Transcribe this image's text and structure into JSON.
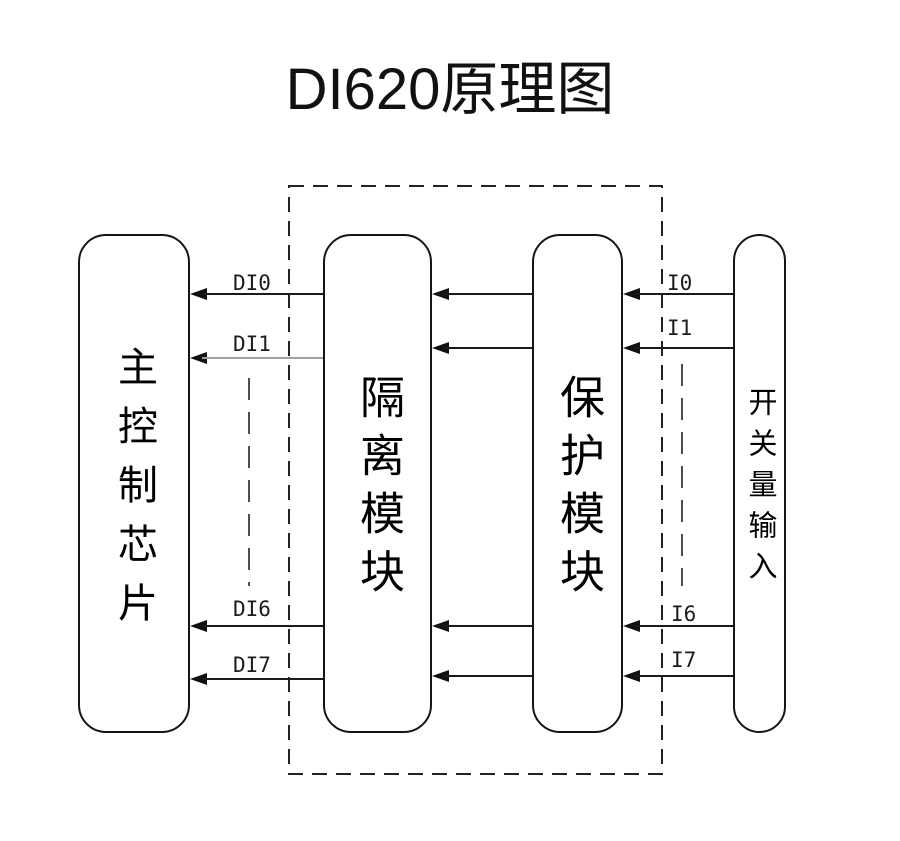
{
  "title": "DI620原理图",
  "diagram": {
    "boxes": [
      {
        "id": "main-chip",
        "label": "主控制芯片"
      },
      {
        "id": "isolation-module",
        "label": "隔离模块"
      },
      {
        "id": "protection-module",
        "label": "保护模块"
      },
      {
        "id": "switch-input",
        "label": "开关量输入"
      }
    ],
    "signal_labels": {
      "di": [
        "DI0",
        "DI1",
        "DI6",
        "DI7"
      ],
      "i": [
        "I0",
        "I1",
        "I6",
        "I7"
      ]
    }
  },
  "colors": {
    "background": "#ffffff",
    "box_border": "#151515",
    "line": "#1a1a1a",
    "muted_line": "#a0a0a0",
    "dashed_boundary": "#222222",
    "text": "#000000"
  }
}
